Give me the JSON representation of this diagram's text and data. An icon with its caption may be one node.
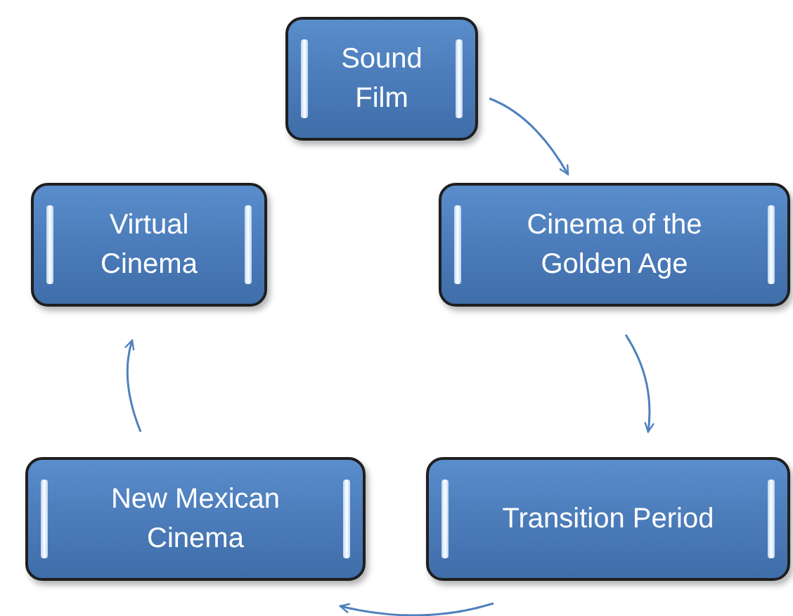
{
  "diagram": {
    "nodes": [
      {
        "text": [
          "Sound Film"
        ]
      },
      {
        "text": [
          "Cinema of the Golden Age"
        ]
      },
      {
        "text": [
          "Transition Period"
        ]
      },
      {
        "text": [
          "New Mexican Cinema"
        ]
      },
      {
        "text": [
          "Virtual Cinema"
        ]
      }
    ],
    "edges": [
      {
        "from": 0,
        "to": 1,
        "arrow": "to"
      },
      {
        "from": 1,
        "to": 2,
        "arrow": "to"
      },
      {
        "from": 2,
        "to": 3,
        "arrow": "to"
      },
      {
        "from": 3,
        "to": 4,
        "arrow": "to"
      }
    ]
  }
}
